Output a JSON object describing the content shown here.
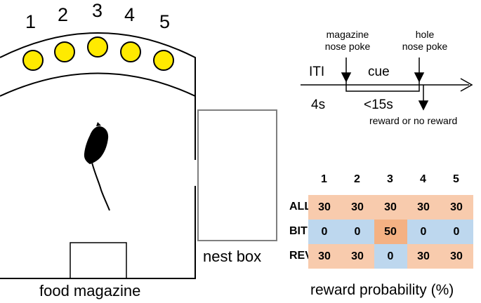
{
  "holes": {
    "numbers": [
      "1",
      "2",
      "3",
      "4",
      "5"
    ],
    "light_color": "#ffea00"
  },
  "labels": {
    "food_magazine": "food magazine",
    "nest_box": "nest box"
  },
  "timeline": {
    "magazine_poke": "magazine\nnose poke",
    "hole_poke": "hole\nnose poke",
    "iti": "ITI",
    "cue": "cue",
    "iti_duration": "4s",
    "cue_duration": "<15s",
    "outcome": "reward or no reward"
  },
  "table": {
    "columns": [
      "1",
      "2",
      "3",
      "4",
      "5"
    ],
    "rows": [
      {
        "name": "ALL",
        "values": [
          "30",
          "30",
          "30",
          "30",
          "30"
        ]
      },
      {
        "name": "BIT",
        "values": [
          "0",
          "0",
          "50",
          "0",
          "0"
        ]
      },
      {
        "name": "REV",
        "values": [
          "30",
          "30",
          "0",
          "30",
          "30"
        ]
      }
    ],
    "caption": "reward probability (%)",
    "colors": {
      "30": "#f8cbad",
      "50": "#f4b183",
      "0": "#bdd7ee"
    }
  }
}
